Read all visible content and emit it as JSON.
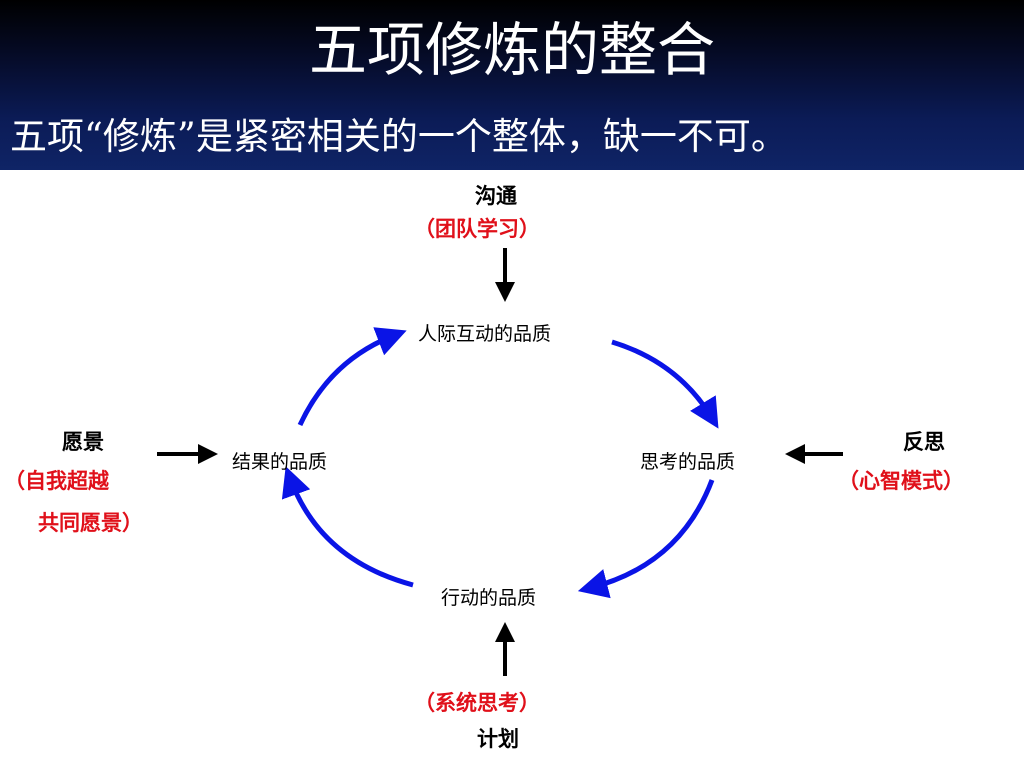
{
  "slide": {
    "title": "五项修炼的整合",
    "subtitle": "五项“修炼”是紧密相关的一个整体，缺一不可。"
  },
  "diagram": {
    "cycle_nodes": {
      "top": "人际互动的品质",
      "right": "思考的品质",
      "bottom": "行动的品质",
      "left": "结果的品质"
    },
    "inputs": {
      "top": {
        "name": "沟通",
        "discipline": "（团队学习）"
      },
      "right": {
        "name": "反思",
        "discipline": "（心智模式）"
      },
      "bottom": {
        "name": "计划",
        "discipline": "（系统思考）"
      },
      "left": {
        "name": "愿景",
        "discipline_line1": "（自我超越",
        "discipline_line2": "共同愿景）"
      }
    },
    "colors": {
      "cycle_arrow": "#0a14e6",
      "input_arrow": "#000000",
      "discipline_text": "#e0101a",
      "header_background": "#0b1b56"
    }
  }
}
